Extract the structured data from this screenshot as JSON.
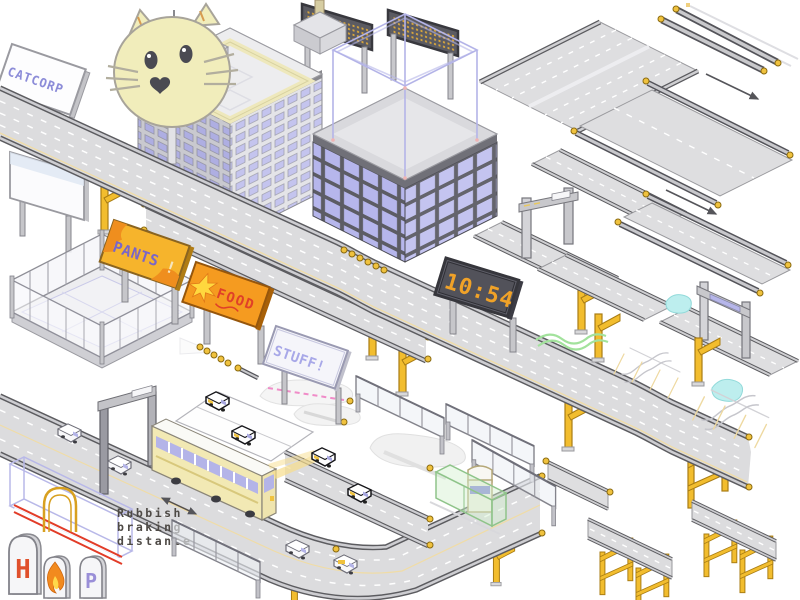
{
  "background": "#ffffff",
  "signs": {
    "catcorp": {
      "label": "CATCORP",
      "text_color": "#8c8cd8",
      "board_color": "#fdfdfe"
    },
    "pants": {
      "label": "PANTS",
      "suffix": "!",
      "text_color": "#7a66c8",
      "suffix_color": "#f6e6c0",
      "board_color": "#f6b42c"
    },
    "food": {
      "label": "FOOD",
      "text_color": "#e04028",
      "board_color": "#f59b20",
      "star_color": "#ffd83e"
    },
    "stuff": {
      "label": "STUFF!",
      "text_color": "#a8a8e8",
      "board_color": "#f5f5fa"
    },
    "clock": {
      "value": "10:54",
      "digit_color": "#f0a228",
      "panel_color": "#60606a"
    },
    "stone_h": {
      "label": "H",
      "color": "#e0502c"
    },
    "stone_p": {
      "label": "P",
      "color": "#9a8fd8"
    }
  },
  "note": {
    "line1": "Rubbish",
    "line2": "braking",
    "line3": "distance",
    "color": "#4e4a46"
  },
  "palette": {
    "road_surface": "#dcdcde",
    "road_edge": "#5c5c60",
    "road_rail": "#cdcdd1",
    "lane_dash": "#ffffff",
    "support_yellow": "#f2bd2e",
    "support_outline": "#a97d14",
    "window_lavender": "#b9b9ee",
    "dot_matrix_amber": "#d8a63c",
    "glass_green": "#8fc48a",
    "wireframe_lavender": "#b8b8e8",
    "marker_gold": "#f0c23e",
    "ghost_pink": "#f08cc8",
    "squiggle_green": "#a2e29c",
    "blob_cyan": "#bdeeee",
    "tunnel_arch_orange": "#d8a020",
    "stripe_red": "#e23c28",
    "flame_orange": "#f28a1e",
    "flame_core": "#ffd94a"
  },
  "sprites": [
    "cat-logo",
    "catcorp-sign",
    "rooftop-pedestal",
    "office-tower",
    "dot-matrix-billboard",
    "glass-cube-building",
    "rooftop-wireframe",
    "blank-billboard",
    "elevated-highway",
    "highway-ramp",
    "gold-marker-balls",
    "yellow-y-support",
    "yellow-trestle",
    "pants-billboard",
    "food-billboard",
    "stuff-billboard",
    "clock-billboard",
    "fenced-enclosure",
    "road-slab-6-lane",
    "road-slab-2-lane",
    "barrier-tube",
    "direction-arrow",
    "gantry-road-flag",
    "road-flag",
    "gantry-frame",
    "junction-sketch",
    "green-squiggle",
    "cyan-blob",
    "lower-road",
    "road-gantry-portal",
    "city-bus",
    "delivery-van",
    "parking-plot",
    "ghost-sketch-blob",
    "headlight-beam-car",
    "black-outline-van",
    "glass-fence",
    "bus-shelter",
    "shelter-kiosk",
    "road-table",
    "tunnel-diagram",
    "hospital-stone",
    "flame-stone",
    "parking-stone",
    "braking-distance-arrow",
    "ghost-road-strip"
  ]
}
